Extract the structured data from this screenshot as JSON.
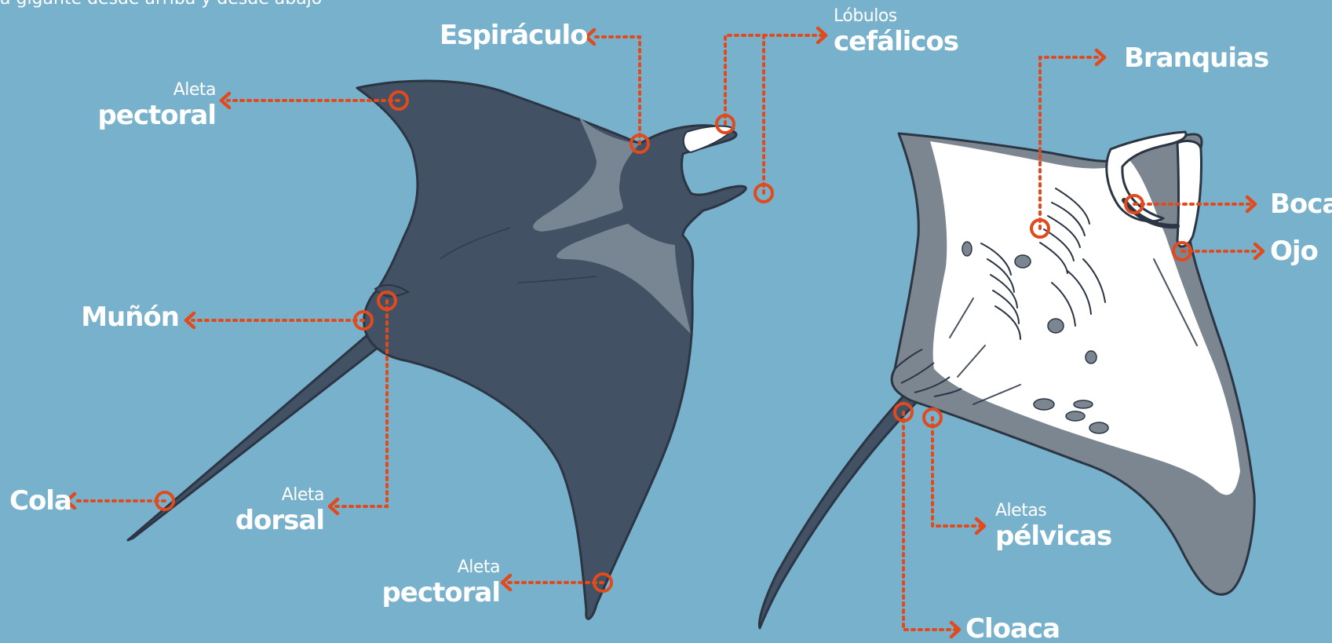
{
  "heading": "a gigante desde arriba y desde abajo",
  "colors": {
    "background": "#78b1cb",
    "ray_top": "#435165",
    "ray_patch": "#788592",
    "ray_outline": "#2b3543",
    "belly": "#ffffff",
    "belly_edge": "#7b8691",
    "pointer": "#e14a1c",
    "label_text": "#ffffff"
  },
  "labels": {
    "espiraculo": {
      "bold": "Espiráculo"
    },
    "lobulos": {
      "thin": "Lóbulos",
      "bold": "cefálicos"
    },
    "branquias": {
      "bold": "Branquias"
    },
    "aleta_pectoral_top": {
      "thin": "Aleta",
      "bold": "pectoral"
    },
    "munon": {
      "bold": "Muñón"
    },
    "cola": {
      "bold": "Cola"
    },
    "aleta_dorsal": {
      "thin": "Aleta",
      "bold": "dorsal"
    },
    "aleta_pectoral_bottom": {
      "thin": "Aleta",
      "bold": "pectoral"
    },
    "boca": {
      "bold": "Boca"
    },
    "ojo": {
      "bold": "Ojo"
    },
    "aletas_pelvicas": {
      "thin": "Aletas",
      "bold": "pélvicas"
    },
    "cloaca": {
      "bold": "Cloaca"
    }
  }
}
